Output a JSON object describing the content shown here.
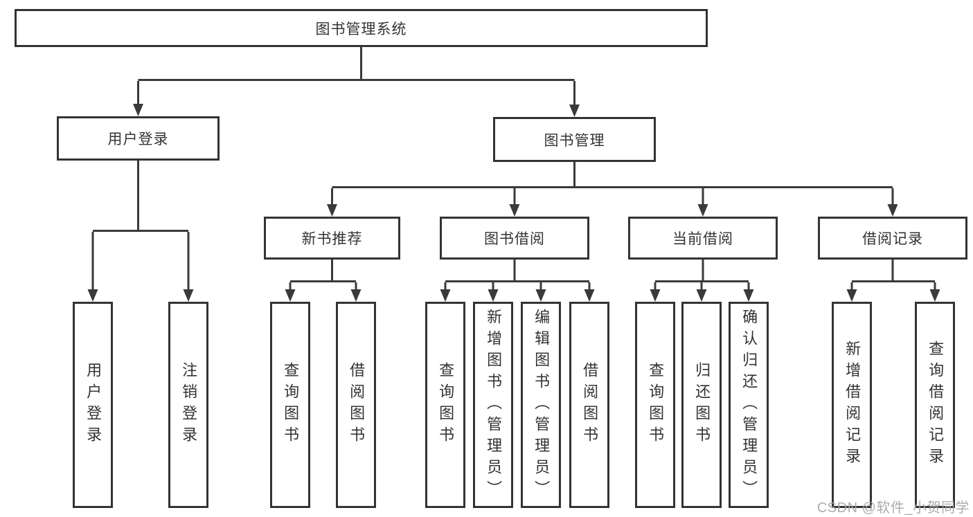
{
  "diagram": {
    "title": "图书管理系统",
    "nodes": {
      "root": {
        "label": "图书管理系统"
      },
      "user_login": {
        "label": "用户登录"
      },
      "book_mgmt": {
        "label": "图书管理"
      },
      "new_book_rec": {
        "label": "新书推荐"
      },
      "book_borrow": {
        "label": "图书借阅"
      },
      "current_borrow": {
        "label": "当前借阅"
      },
      "borrow_record": {
        "label": "借阅记录"
      },
      "login": {
        "label": "用户登录"
      },
      "logout": {
        "label": "注销登录"
      },
      "rec_query_book": {
        "label": "查询图书"
      },
      "rec_borrow_book": {
        "label": "借阅图书"
      },
      "bor_query_book": {
        "label": "查询图书"
      },
      "bor_add_book": {
        "label": "新增图书（管理员）"
      },
      "bor_edit_book": {
        "label": "编辑图书（管理员）"
      },
      "bor_borrow_book": {
        "label": "借阅图书"
      },
      "cur_query_book": {
        "label": "查询图书"
      },
      "cur_return_book": {
        "label": "归还图书"
      },
      "cur_confirm_return": {
        "label": "确认归还（管理员）"
      },
      "br_add_record": {
        "label": "新增借阅记录"
      },
      "br_query_record": {
        "label": "查询借阅记录"
      }
    },
    "hierarchy": [
      {
        "parent": "图书管理系统",
        "children": [
          "用户登录",
          "图书管理"
        ]
      },
      {
        "parent": "用户登录",
        "children": [
          "用户登录",
          "注销登录"
        ]
      },
      {
        "parent": "图书管理",
        "children": [
          "新书推荐",
          "图书借阅",
          "当前借阅",
          "借阅记录"
        ]
      },
      {
        "parent": "新书推荐",
        "children": [
          "查询图书",
          "借阅图书"
        ]
      },
      {
        "parent": "图书借阅",
        "children": [
          "查询图书",
          "新增图书（管理员）",
          "编辑图书（管理员）",
          "借阅图书"
        ]
      },
      {
        "parent": "当前借阅",
        "children": [
          "查询图书",
          "归还图书",
          "确认归还（管理员）"
        ]
      },
      {
        "parent": "借阅记录",
        "children": [
          "新增借阅记录",
          "查询借阅记录"
        ]
      }
    ]
  },
  "watermark": {
    "text": "CSDN @软件_小贺同学"
  },
  "colors": {
    "line": "#3a3a3a",
    "box_border": "#333333",
    "text": "#333333",
    "watermark": "#a5a5a5",
    "background": "#ffffff"
  }
}
